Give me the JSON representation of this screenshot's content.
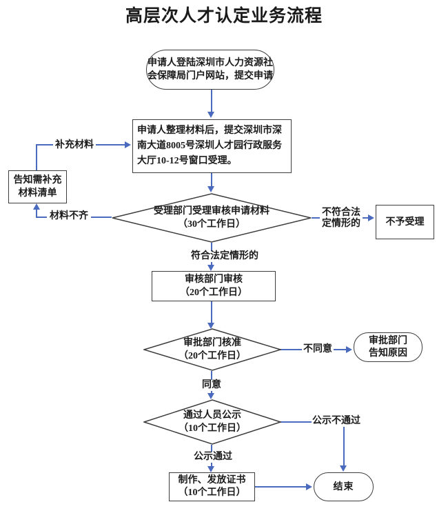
{
  "title": "高层次人才认定业务流程",
  "colors": {
    "arrow": "#4a6abe",
    "shape_border": "#3c3c3c",
    "text": "#1a1a1a",
    "background": "#ffffff"
  },
  "nodes": {
    "start": {
      "lines": [
        "申请人登陆深圳市人力资源社",
        "会保障局门户网站，提交申请"
      ]
    },
    "submit": {
      "lines": [
        "申请人整理材料后，提交深圳市深",
        "南大道8005号深圳人才园行政服务",
        "大厅10-12号窗口受理。"
      ]
    },
    "notify": {
      "lines": [
        "告知需补充",
        "材料清单"
      ]
    },
    "accept": {
      "lines": [
        "受理部门受理审核申请材料",
        "（30个工作日）"
      ]
    },
    "reject": {
      "lines": [
        "不予受理"
      ]
    },
    "review": {
      "lines": [
        "审核部门审核",
        "（20个工作日）"
      ]
    },
    "approve": {
      "lines": [
        "审批部门核准",
        "（20个工作日）"
      ]
    },
    "inform": {
      "lines": [
        "审批部门",
        "告知原因"
      ]
    },
    "publicity": {
      "lines": [
        "通过人员公示",
        "（10个工作日）"
      ]
    },
    "issue": {
      "lines": [
        "制作、发放证书",
        "（10个工作日）"
      ]
    },
    "end": {
      "lines": [
        "结束"
      ]
    }
  },
  "edge_labels": {
    "supplement": "补充材料",
    "incomplete": "材料不齐",
    "not_conform_1": "不符合法",
    "not_conform_2": "定情形的",
    "conform": "符合法定情形的",
    "disagree": "不同意",
    "agree": "同意",
    "publicity_fail": "公示不通过",
    "publicity_pass": "公示通过"
  }
}
